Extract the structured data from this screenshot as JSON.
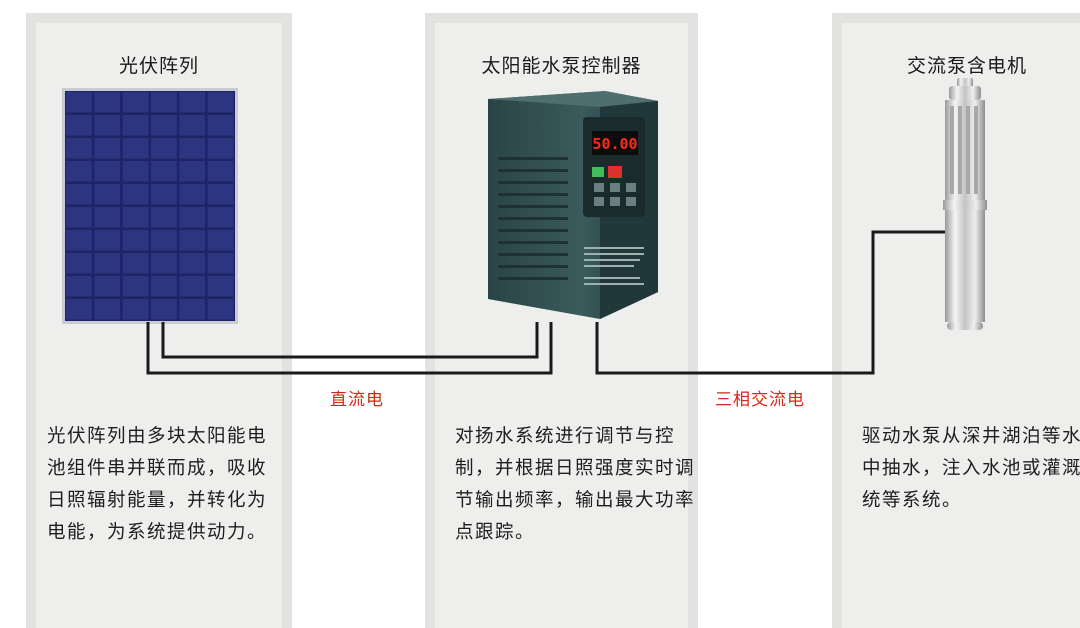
{
  "panels": [
    {
      "title": "光伏阵列",
      "description": "光伏阵列由多块太阳能电池组件串并联而成，吸收日照辐射能量，并转化为电能，为系统提供动力。"
    },
    {
      "title": "太阳能水泵控制器",
      "description": "对扬水系统进行调节与控制，并根据日照强度实时调节输出频率，输出最大功率点跟踪。"
    },
    {
      "title": "交流泵含电机",
      "description": "驱动水泵从深井湖泊等水源中抽水，注入水池或灌溉系统等系统。"
    }
  ],
  "connections": {
    "dc_label": "直流电",
    "ac_label": "三相交流电"
  },
  "controller_display": {
    "readout": "50.00"
  },
  "colors": {
    "panel_bg": "#eeeeed",
    "panel_border": "#e2e2e1",
    "wire": "#1a1a1a",
    "label_red": "#d7261a",
    "solar_cell": "#2a2f73",
    "controller_body": "#2f4a4c",
    "display_red": "#ff2a1a"
  }
}
